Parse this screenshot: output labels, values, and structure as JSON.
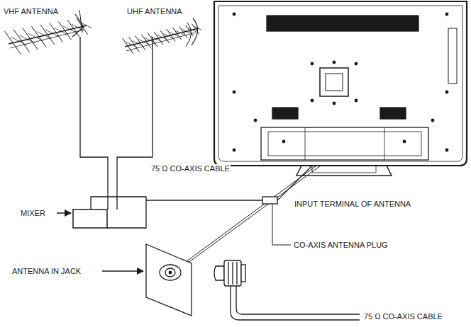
{
  "diagram": {
    "labels": [
      "VHF ANTENNA",
      "UHF ANTENNA",
      "75 Ω CO-AXIS CABLE",
      "MIXER",
      "INPUT TERMINAL OF ANTENNA",
      "CO-AXIS ANTENNA PLUG",
      "ANTENNA IN JACK",
      "75 Ω CO-AXIS CABLE"
    ]
  }
}
